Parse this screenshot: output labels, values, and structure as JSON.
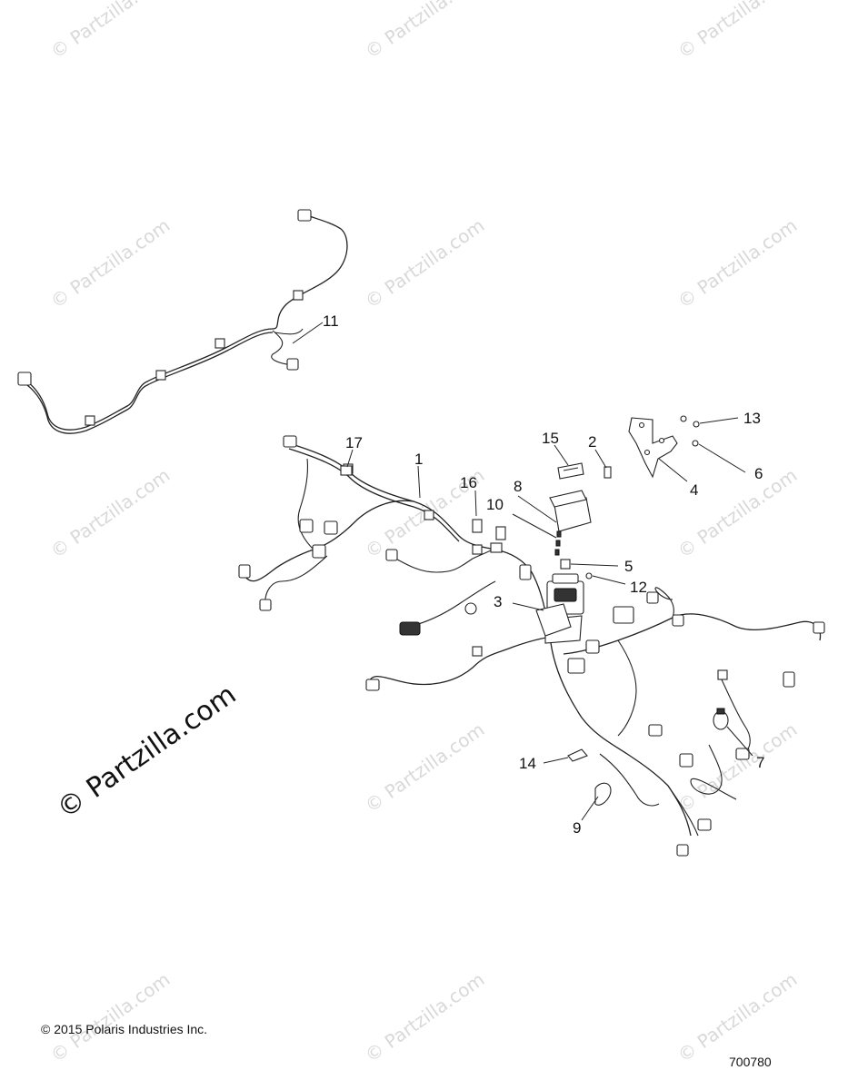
{
  "watermark": {
    "text": "© Partzilla.com",
    "feature_text": "© Partzilla.com"
  },
  "callouts": [
    {
      "id": "c1",
      "label": "1"
    },
    {
      "id": "c2",
      "label": "2"
    },
    {
      "id": "c3",
      "label": "3"
    },
    {
      "id": "c4",
      "label": "4"
    },
    {
      "id": "c5",
      "label": "5"
    },
    {
      "id": "c6",
      "label": "6"
    },
    {
      "id": "c7",
      "label": "7"
    },
    {
      "id": "c8",
      "label": "8"
    },
    {
      "id": "c9",
      "label": "9"
    },
    {
      "id": "c10",
      "label": "10"
    },
    {
      "id": "c11",
      "label": "11"
    },
    {
      "id": "c12",
      "label": "12"
    },
    {
      "id": "c13",
      "label": "13"
    },
    {
      "id": "c14",
      "label": "14"
    },
    {
      "id": "c15",
      "label": "15"
    },
    {
      "id": "c16",
      "label": "16"
    },
    {
      "id": "c17",
      "label": "17"
    }
  ],
  "footer": {
    "copyright": "© 2015 Polaris Industries Inc.",
    "diagram_number": "700780"
  }
}
